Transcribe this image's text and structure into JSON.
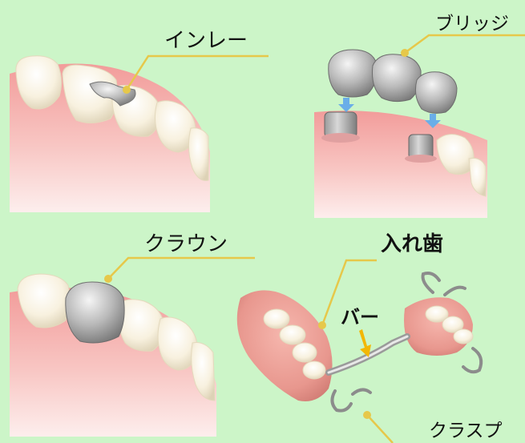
{
  "labels": {
    "inlay": "インレー",
    "bridge": "ブリッジ",
    "crown": "クラウン",
    "denture": "入れ歯",
    "bar": "バー",
    "clasp": "クラスプ"
  },
  "colors": {
    "background": "#ccf5c8",
    "leader_line": "#e6c84a",
    "gum": "#f0a3a0",
    "tooth": "#f7f0dc",
    "metal": "#b8b8b8",
    "arrow_blue": "#6aaee8",
    "arrow_yellow": "#f2b705"
  }
}
